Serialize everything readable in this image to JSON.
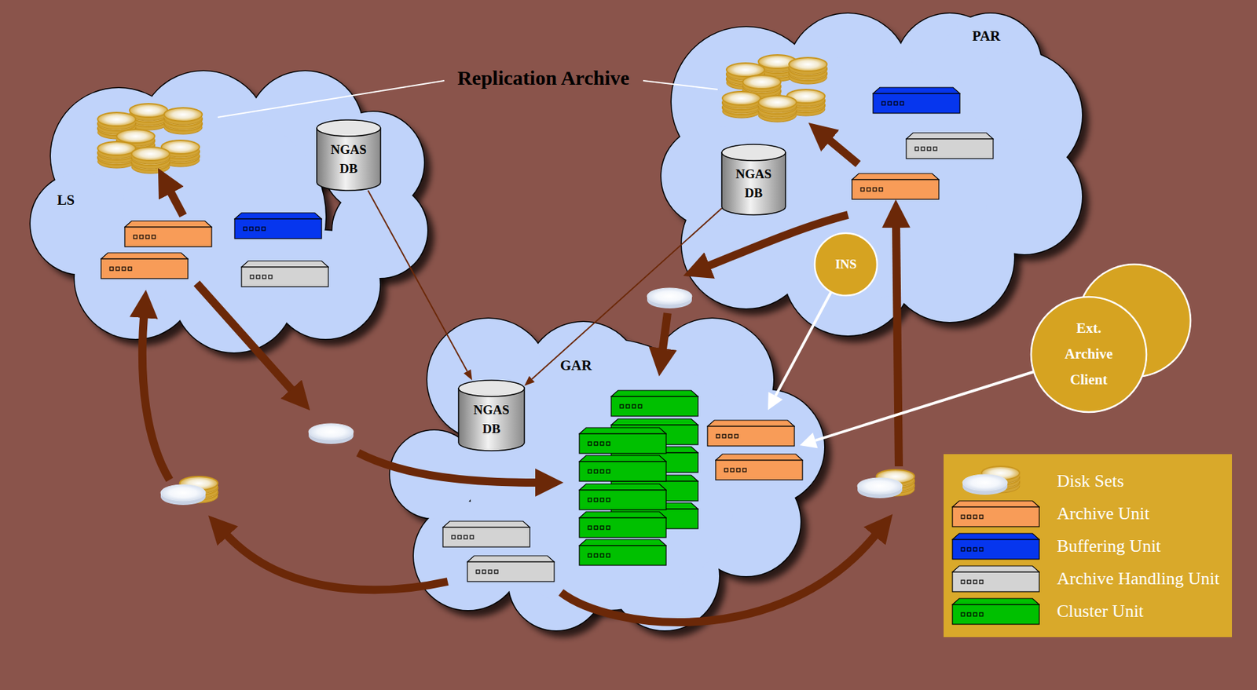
{
  "diagram": {
    "nodes": [
      {
        "text": [
          "LS"
        ]
      },
      {
        "text": [
          "NGAS DB"
        ],
        "in": 0
      },
      {
        "text": [
          "PAR"
        ]
      },
      {
        "text": [
          "NGAS DB"
        ],
        "in": 2
      },
      {
        "text": [
          "INS"
        ],
        "in": 2
      },
      {
        "text": [
          "GAR"
        ]
      },
      {
        "text": [
          "NGAS DB"
        ],
        "in": 5
      },
      {
        "text": [
          "Ext. Archive Client"
        ]
      }
    ],
    "edges": [
      {
        "from": 1,
        "to": 6,
        "arrow": "to"
      },
      {
        "from": 3,
        "to": 6,
        "arrow": "to"
      },
      {
        "from": 4,
        "to": 5,
        "arrow": "to"
      },
      {
        "from": 7,
        "to": 5,
        "arrow": "to"
      }
    ],
    "labels": [
      "Replication Archive"
    ],
    "legend": [
      {
        "text": "Disk Sets"
      },
      {
        "text": "Archive Unit",
        "color": "#f89c58"
      },
      {
        "text": "Buffering Unit",
        "color": "#0636ee"
      },
      {
        "text": "Archive Handling Unit",
        "color": "#d3d3d3"
      },
      {
        "text": "Cluster Unit",
        "color": "#00c000"
      }
    ]
  }
}
